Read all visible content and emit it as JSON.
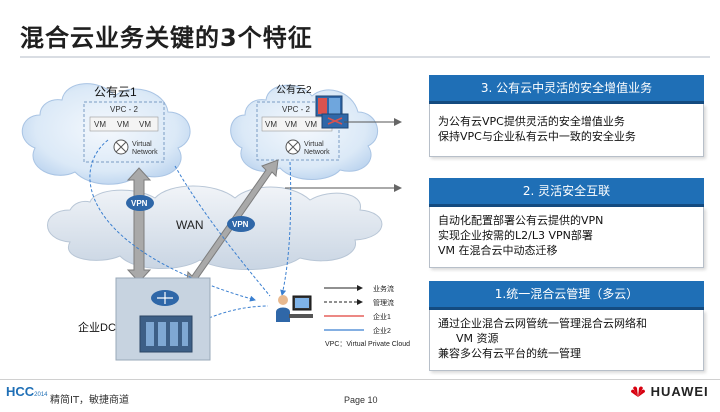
{
  "title": "混合云业务关键的3个特征",
  "diagram": {
    "cloud1_label": "公有云1",
    "cloud2_label": "公有云2",
    "vpc_label": "VPC - 2",
    "vm_label": "VM",
    "virtual_network_line1": "Virtual",
    "virtual_network_line2": "Network",
    "vpn_label": "VPN",
    "wan_label": "WAN",
    "enterprise_dc_label": "企业DC",
    "legend": {
      "business_flow": "业务流",
      "management_flow": "管理流",
      "enterprise1": "企业1",
      "enterprise2": "企业2",
      "vpc_note": "VPC：Virtual Private Cloud"
    }
  },
  "panels": [
    {
      "header": "3. 公有云中灵活的安全增值业务",
      "lines": [
        "为公有云VPC提供灵活的安全增值业务",
        "保持VPC与企业私有云中一致的安全业务"
      ]
    },
    {
      "header": "2. 灵活安全互联",
      "lines": [
        "自动化配置部署公有云提供的VPN",
        "实现企业按需的L2/L3 VPN部署",
        "VM 在混合云中动态迁移"
      ]
    },
    {
      "header": "1.统一混合云管理（多云）",
      "lines": [
        "通过企业混合云网管统一管理混合云网络和",
        "VM 资源",
        "兼容多公有云平台的统一管理"
      ]
    }
  ],
  "footer": {
    "logo_text": "HCC",
    "logo_year": "2014",
    "slogan": "精简IT，敏捷商道",
    "page": "Page 10",
    "brand": "HUAWEI"
  },
  "colors": {
    "accent": "#1f6fb6",
    "cloud": "#dbe9f7",
    "enterprise1": "#e0403a",
    "enterprise2": "#3a7fd0"
  }
}
